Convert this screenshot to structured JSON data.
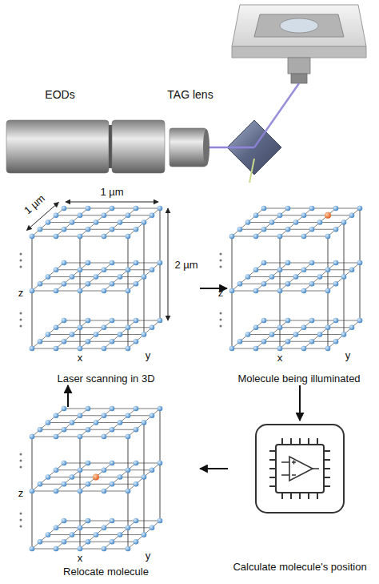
{
  "diagram": {
    "nodes": [
      {
        "text": [
          "Laser scanning in 3D"
        ]
      },
      {
        "text": [
          "Molecule being illuminated"
        ]
      },
      {
        "text": [
          "Relocate molecule"
        ]
      },
      {
        "text": [
          "Calculate molecule's position"
        ]
      }
    ],
    "edges": [
      {
        "from": 0,
        "to": 1,
        "arrow": "to"
      },
      {
        "from": 1,
        "to": 3,
        "arrow": "to"
      },
      {
        "from": 3,
        "to": 2,
        "arrow": "to"
      },
      {
        "from": 2,
        "to": 0,
        "arrow": "to"
      }
    ],
    "labels": [
      "EODs",
      "TAG lens",
      "1 µm",
      "1 µm",
      "2 µm",
      "z",
      "x",
      "y",
      "z",
      "x",
      "y",
      "z",
      "x",
      "y"
    ]
  }
}
